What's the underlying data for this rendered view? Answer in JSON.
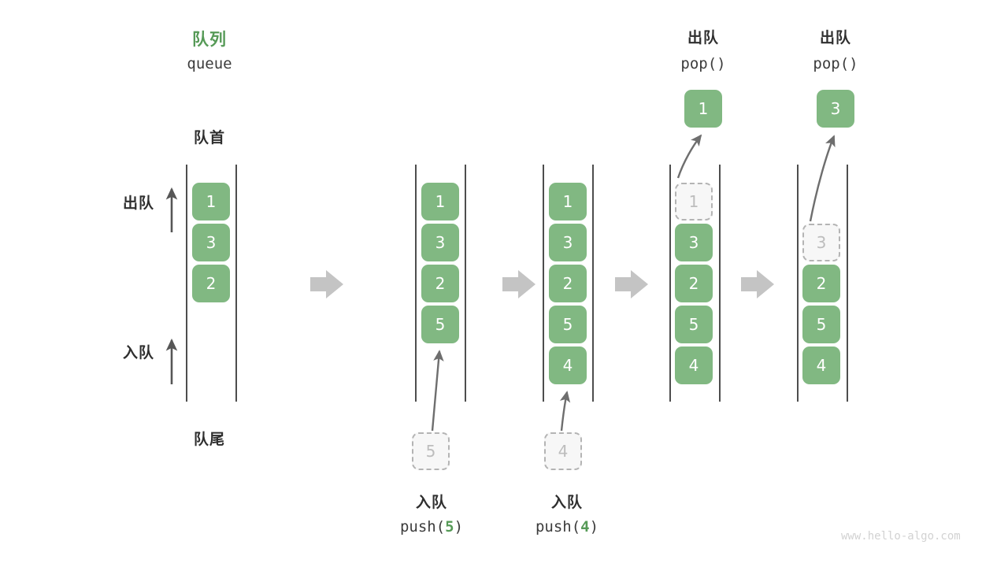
{
  "header": {
    "title_cn": "队列",
    "title_en": "queue"
  },
  "edge_labels": {
    "front": "队首",
    "rear": "队尾",
    "dequeue": "出队",
    "enqueue": "入队"
  },
  "watermark": "www.hello-algo.com",
  "colors": {
    "accent_green": "#81b882",
    "title_green": "#569a57",
    "ghost_fill": "#f7f7f7",
    "ghost_border": "#b4b4b4",
    "ghost_text": "#bdbdbd",
    "rail": "#4d4d4d",
    "arrow_gray": "#c4c4c4",
    "curve_arrow": "#6e6e6e",
    "text": "#2f2f2f",
    "watermark": "#d2d2d2"
  },
  "steps": [
    {
      "id": "step-initial",
      "cells": [
        {
          "value": "1",
          "state": "filled"
        },
        {
          "value": "3",
          "state": "filled"
        },
        {
          "value": "2",
          "state": "filled"
        }
      ]
    },
    {
      "id": "step-push-5",
      "cells": [
        {
          "value": "1",
          "state": "filled"
        },
        {
          "value": "3",
          "state": "filled"
        },
        {
          "value": "2",
          "state": "filled"
        },
        {
          "value": "5",
          "state": "filled"
        }
      ],
      "incoming": {
        "value": "5",
        "state": "ghost"
      },
      "caption_cn": "入队",
      "caption_fn": "push(",
      "caption_arg": "5",
      "caption_fn_close": ")"
    },
    {
      "id": "step-push-4",
      "cells": [
        {
          "value": "1",
          "state": "filled"
        },
        {
          "value": "3",
          "state": "filled"
        },
        {
          "value": "2",
          "state": "filled"
        },
        {
          "value": "5",
          "state": "filled"
        },
        {
          "value": "4",
          "state": "filled"
        }
      ],
      "incoming": {
        "value": "4",
        "state": "ghost"
      },
      "caption_cn": "入队",
      "caption_fn": "push(",
      "caption_arg": "4",
      "caption_fn_close": ")"
    },
    {
      "id": "step-pop-1",
      "cells": [
        {
          "value": "1",
          "state": "ghost"
        },
        {
          "value": "3",
          "state": "filled"
        },
        {
          "value": "2",
          "state": "filled"
        },
        {
          "value": "5",
          "state": "filled"
        },
        {
          "value": "4",
          "state": "filled"
        }
      ],
      "outgoing": {
        "value": "1",
        "state": "filled"
      },
      "caption_cn": "出队",
      "caption_fn": "pop()"
    },
    {
      "id": "step-pop-3",
      "cells": [
        {
          "value": "",
          "state": "empty"
        },
        {
          "value": "3",
          "state": "ghost"
        },
        {
          "value": "2",
          "state": "filled"
        },
        {
          "value": "5",
          "state": "filled"
        },
        {
          "value": "4",
          "state": "filled"
        }
      ],
      "outgoing": {
        "value": "3",
        "state": "filled"
      },
      "caption_cn": "出队",
      "caption_fn": "pop()"
    }
  ]
}
